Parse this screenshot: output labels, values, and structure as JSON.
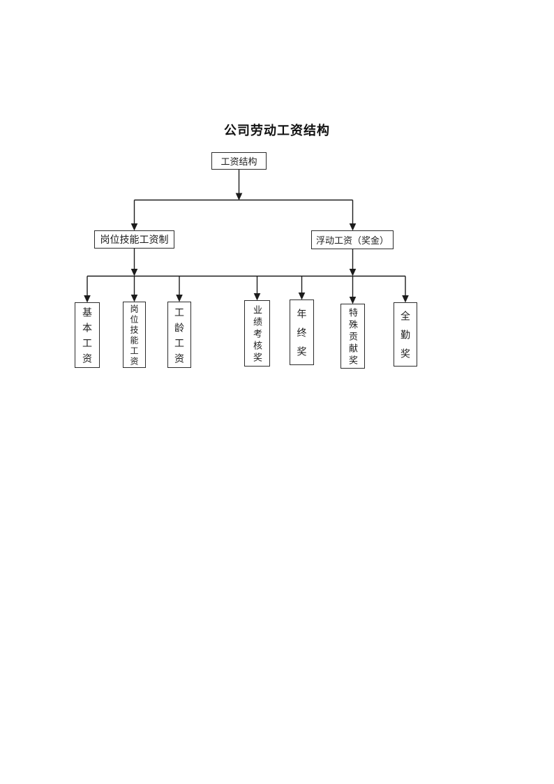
{
  "page": {
    "title": "公司劳动工资结构",
    "background": "#ffffff"
  },
  "colors": {
    "line": "#1c1c1c",
    "box_border": "#2b2b2b",
    "text": "#1c1c1c"
  },
  "diagram": {
    "type": "org-flowchart",
    "root": {
      "label": "工资结构"
    },
    "branches": [
      {
        "label": "岗位技能工资制"
      },
      {
        "label": "浮动工资（奖金）"
      }
    ],
    "leaves": [
      {
        "label": "基本工资"
      },
      {
        "label": "岗位技能工资"
      },
      {
        "label": "工龄工资"
      },
      {
        "label": "业绩考核奖"
      },
      {
        "label": "年终奖"
      },
      {
        "label": "特殊贡献奖"
      },
      {
        "label": "全勤奖"
      }
    ],
    "edges": [
      {
        "from": "工资结构",
        "to": "岗位技能工资制"
      },
      {
        "from": "工资结构",
        "to": "浮动工资（奖金）"
      },
      {
        "from": "岗位技能工资制",
        "to": "基本工资"
      },
      {
        "from": "岗位技能工资制",
        "to": "岗位技能工资"
      },
      {
        "from": "岗位技能工资制",
        "to": "工龄工资"
      },
      {
        "from": "浮动工资（奖金）",
        "to": "业绩考核奖"
      },
      {
        "from": "浮动工资（奖金）",
        "to": "年终奖"
      },
      {
        "from": "浮动工资（奖金）",
        "to": "特殊贡献奖"
      },
      {
        "from": "浮动工资（奖金）",
        "to": "全勤奖"
      }
    ]
  }
}
